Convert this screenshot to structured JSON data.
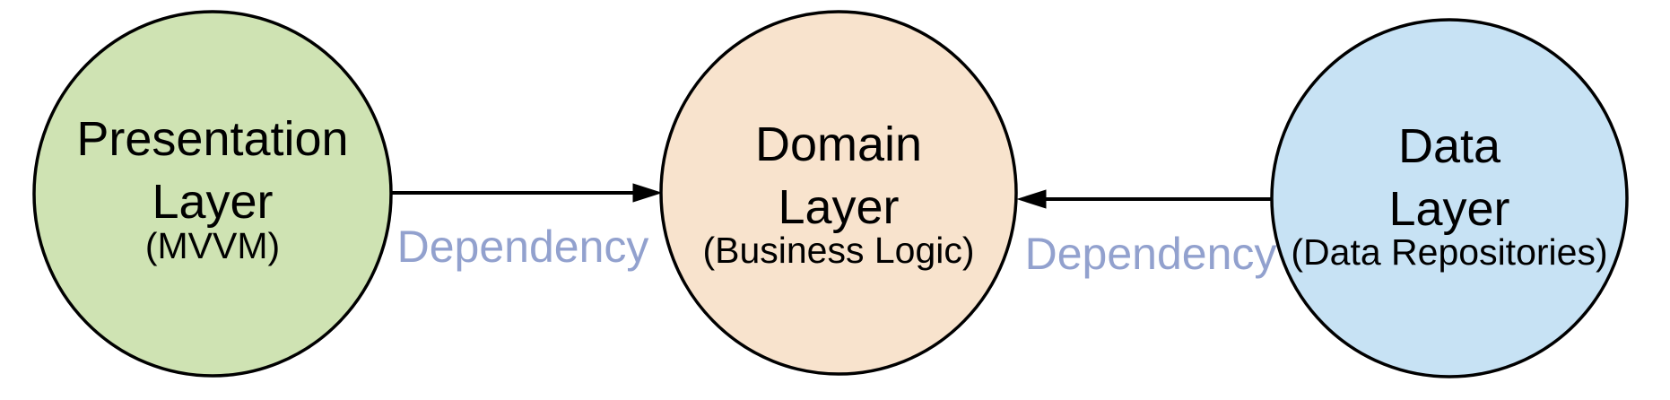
{
  "diagram": {
    "background": "#ffffff",
    "nodes": [
      {
        "id": "presentation-layer",
        "title_line1": "Presentation",
        "title_line2": "Layer",
        "subtitle": "(MVVM)",
        "fill": "#cfe3b3",
        "stroke": "#000000"
      },
      {
        "id": "domain-layer",
        "title_line1": "Domain",
        "title_line2": "Layer",
        "subtitle": "(Business Logic)",
        "fill": "#f8e3cd",
        "stroke": "#000000"
      },
      {
        "id": "data-layer",
        "title_line1": "Data",
        "title_line2": "Layer",
        "subtitle": "(Data Repositories)",
        "fill": "#c7e2f4",
        "stroke": "#000000"
      }
    ],
    "edges": [
      {
        "label": "Dependency",
        "from": "presentation-layer",
        "to": "domain-layer",
        "direction": "left-to-right",
        "color": "#000000",
        "label_color": "#92a1ce"
      },
      {
        "label": "Dependency",
        "from": "data-layer",
        "to": "domain-layer",
        "direction": "right-to-left",
        "color": "#000000",
        "label_color": "#92a1ce"
      }
    ]
  }
}
